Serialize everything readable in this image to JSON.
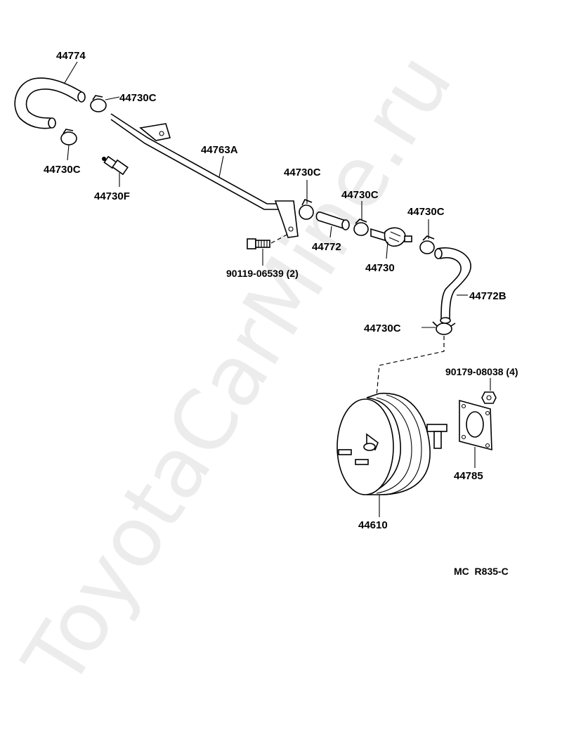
{
  "watermark": "ToyotaCarMine.ru",
  "reference_code": "MC  R835-C",
  "labels": {
    "p44774": "44774",
    "p44730c_a": "44730C",
    "p44730c_b": "44730C",
    "p44730f": "44730F",
    "p44763a": "44763A",
    "p44730c_c": "44730C",
    "p44730c_d": "44730C",
    "p44730c_e": "44730C",
    "p44772": "44772",
    "p44730": "44730",
    "p90119": "90119-06539 (2)",
    "p44772b": "44772B",
    "p44730c_f": "44730C",
    "p90179": "90179-08038 (4)",
    "p44785": "44785",
    "p44610": "44610"
  }
}
